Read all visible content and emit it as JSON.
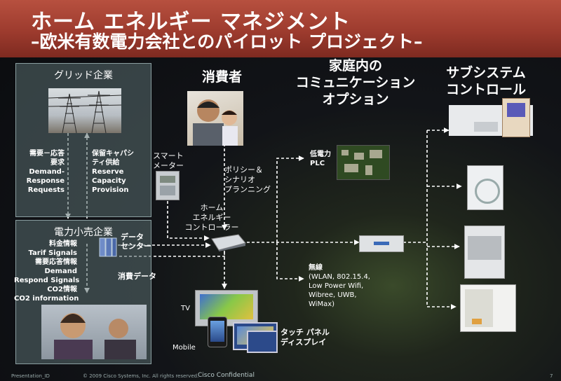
{
  "header": {
    "title": "ホーム エネルギー マネジメント",
    "subtitle": "–欧米有数電力会社とのパイロット プロジェクト–"
  },
  "grid": {
    "title": "グリッド企業",
    "demand_response": [
      "需要－応答",
      "要求",
      "Demand-",
      "Response",
      "Requests"
    ],
    "reserve_capacity": [
      "保留キャパシ",
      "ティ供給",
      "Reserve",
      "Capacity",
      "Provision"
    ]
  },
  "retail": {
    "title": "電力小売企業",
    "items": [
      "料金情報",
      "Tarif Signals",
      "需要応答情報",
      "Demand",
      "Respond Signals",
      "CO2情報",
      "CO2 information"
    ],
    "data_center": [
      "データ",
      "センター"
    ],
    "consumption_data": "消費データ"
  },
  "consumer": {
    "title": "消費者",
    "smart_meter": [
      "スマート",
      "メーター"
    ],
    "policy": [
      "ポリシー＆",
      "シナリオ",
      "プランニング"
    ],
    "controller": [
      "ホーム",
      "エネルギー",
      "コントローラー"
    ],
    "tv": "TV",
    "mobile": "Mobile",
    "touch_panel": [
      "タッチ パネル",
      "ディスプレイ"
    ]
  },
  "communication": {
    "title": [
      "家庭内の",
      "コミュニケーション",
      "オプション"
    ],
    "plc": [
      "低電力",
      "PLC"
    ],
    "wireless": [
      "無線",
      "(WLAN, 802.15.4,",
      "Low Power Wifi,",
      "Wibree, UWB,",
      "WiMax)"
    ]
  },
  "subsystem": {
    "title": [
      "サブシステム",
      "コントロール"
    ]
  },
  "footer": {
    "id": "Presentation_ID",
    "copyright": "© 2009 Cisco Systems, Inc. All rights reserved.",
    "confidential": "Cisco Confidential",
    "page": "7"
  },
  "colors": {
    "header": "#a3412f",
    "panel": "#5a6e70",
    "line": "#ffffff"
  }
}
